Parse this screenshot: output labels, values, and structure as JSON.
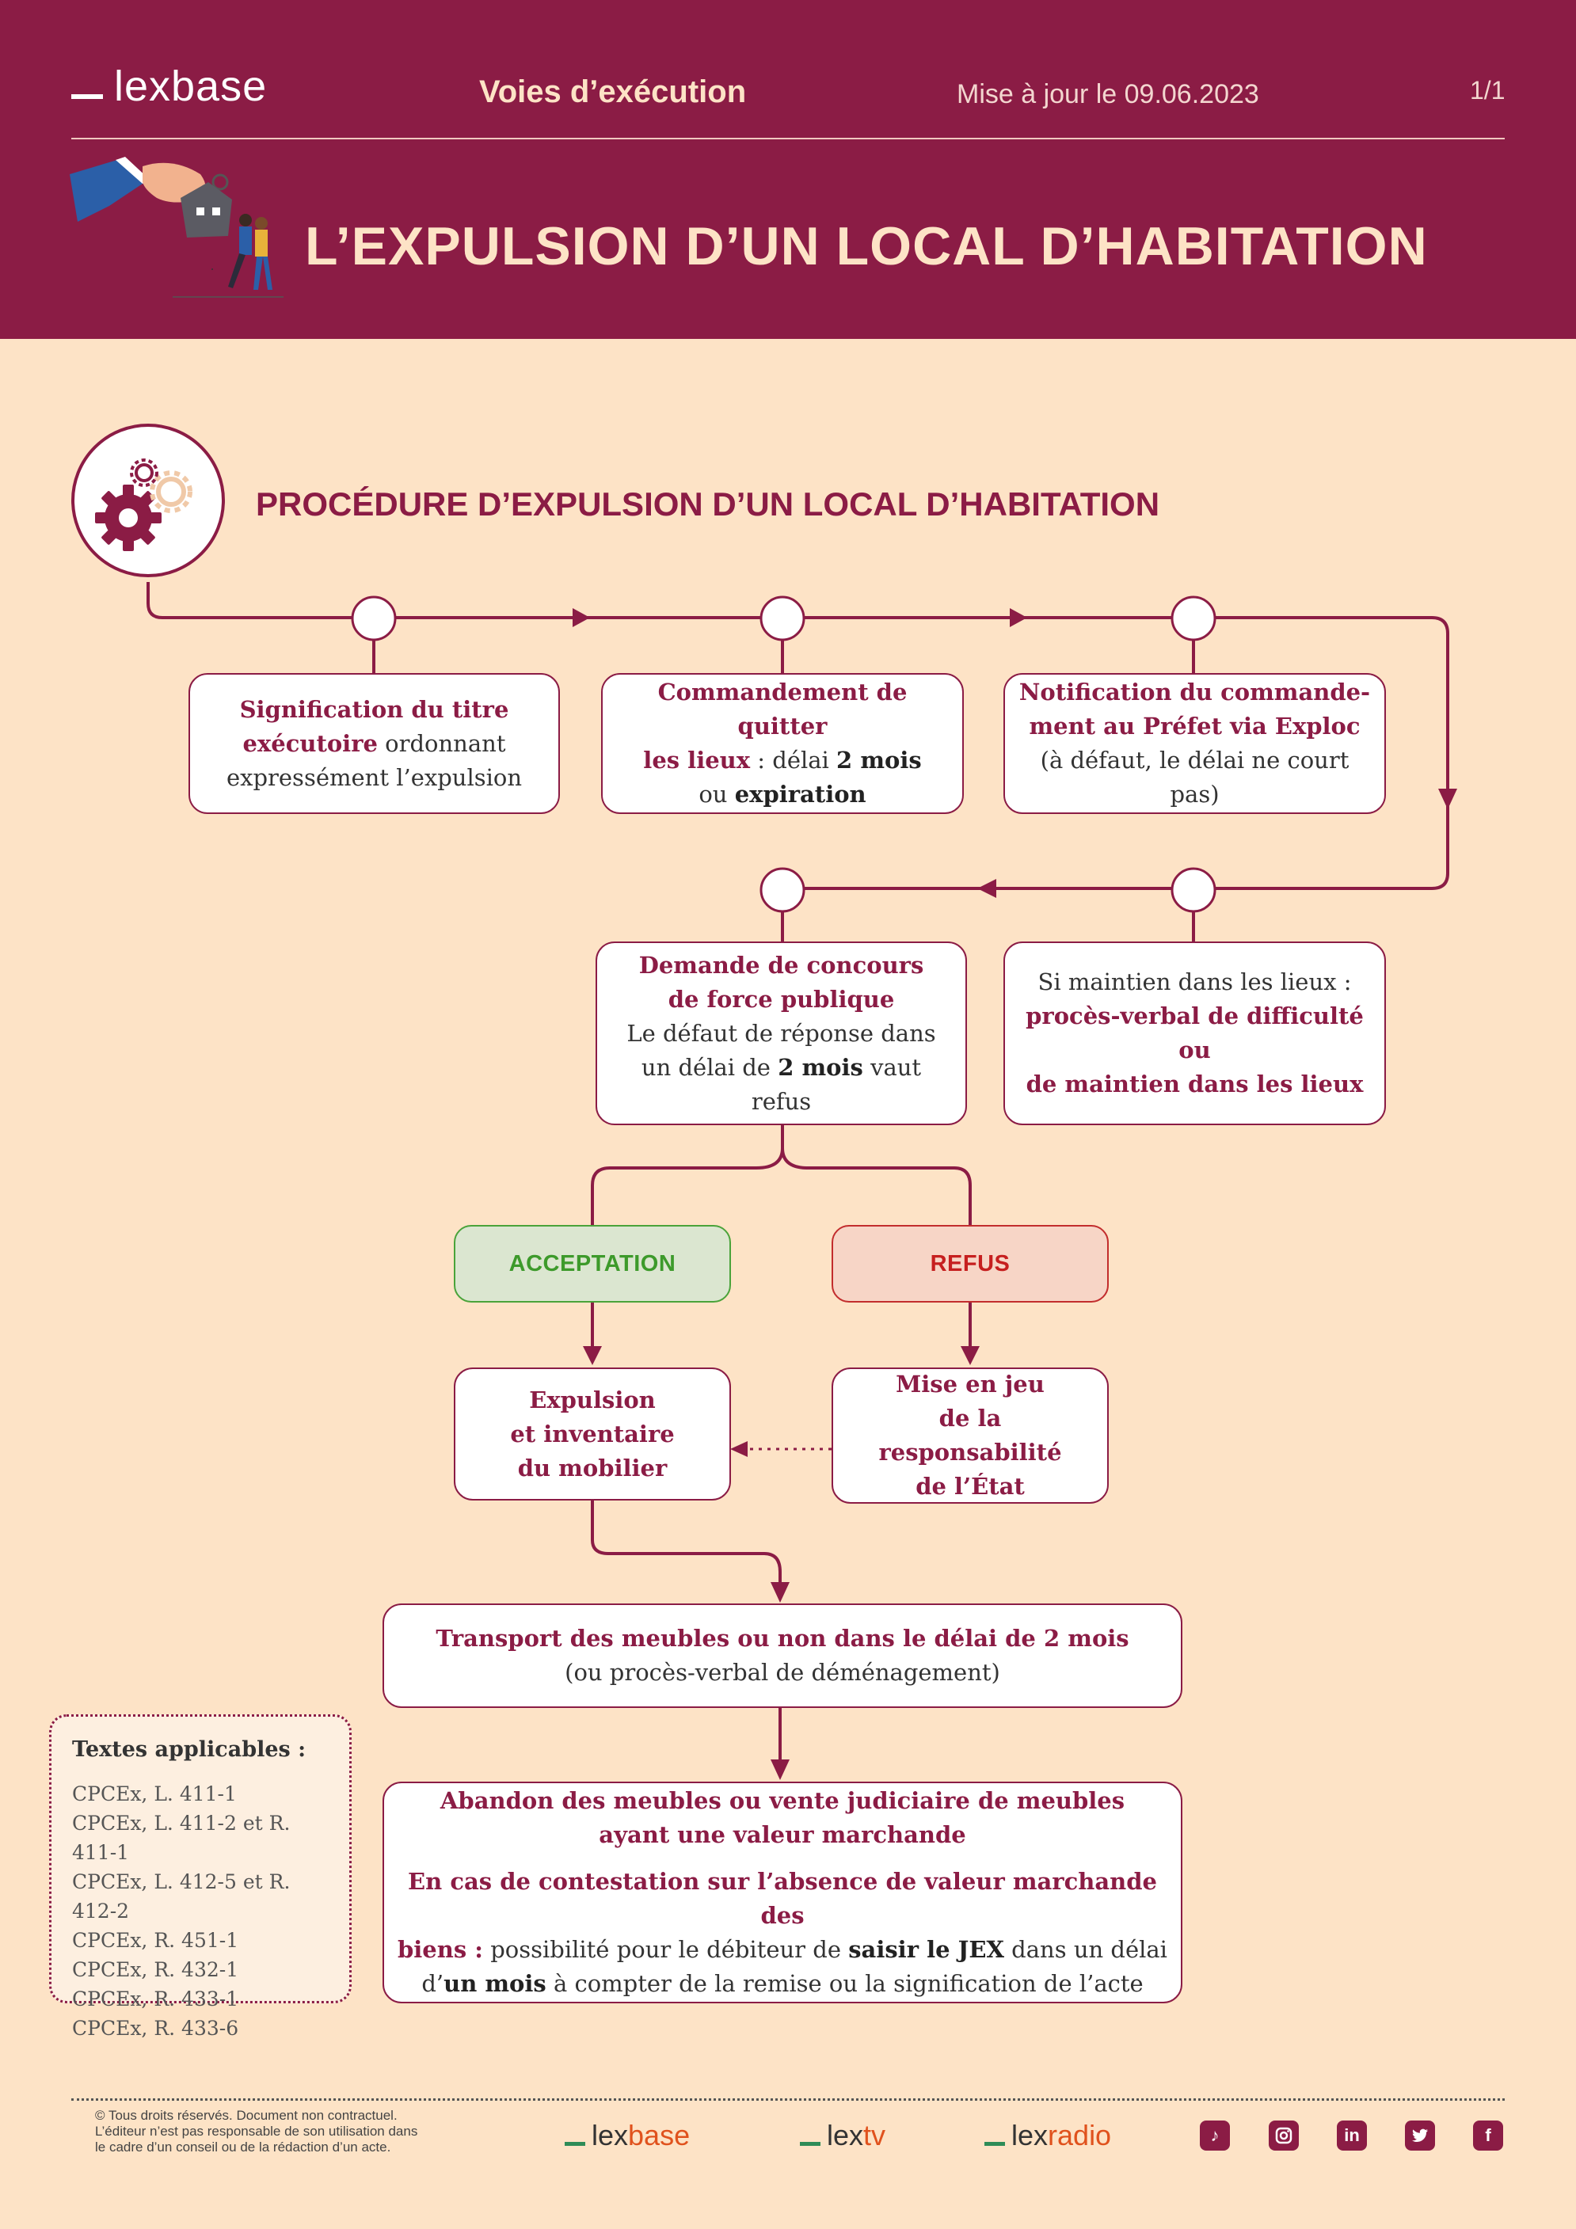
{
  "header": {
    "logo": "lexbase",
    "category": "Voies d’exécution",
    "updated": "Mise à jour le 09.06.2023",
    "page": "1/1",
    "title": "L’EXPULSION D’UN LOCAL D’HABITATION"
  },
  "section": {
    "title": "PROCÉDURE D’EXPULSION D’UN LOCAL D’HABITATION",
    "icon": "gears-icon"
  },
  "steps": {
    "signification": {
      "p1": "Signification du titre",
      "p2": "exécutoire",
      "p3": " ordonnant",
      "p4": "expressément l’expulsion"
    },
    "commandement": {
      "p1": "Commandement de quitter",
      "p2": "les lieux",
      "p3": " : délai ",
      "p4": "2 mois",
      "p5": "ou ",
      "p6": "expiration"
    },
    "notification": {
      "p1": "Notification du commande-",
      "p2": "ment au Préfet via Exploc",
      "p3": "(à défaut, le délai ne court pas)"
    },
    "maintien": {
      "p1": "Si maintien dans les lieux :",
      "p2": "procès-verbal de difficulté ou",
      "p3": "de maintien dans les lieux"
    },
    "concours": {
      "p1": "Demande de concours",
      "p2": "de force publique",
      "p3": "Le défaut de réponse dans",
      "p4": "un délai de ",
      "p5": "2 mois",
      "p6": " vaut refus"
    },
    "acceptation": "ACCEPTATION",
    "refus": "REFUS",
    "expulsion": {
      "p1": "Expulsion",
      "p2": "et inventaire",
      "p3": "du mobilier"
    },
    "responsabilite": {
      "p1": "Mise en jeu",
      "p2": "de la responsabilité",
      "p3": "de l’État"
    },
    "transport": {
      "p1": "Transport des meubles ou non dans le délai de 2 mois",
      "p2": "(ou procès-verbal de déménagement)"
    },
    "abandon": {
      "p1": "Abandon des meubles ou vente judiciaire de meubles",
      "p2": "ayant une valeur marchande",
      "p3": "En cas de contestation sur l’absence de valeur marchande des",
      "p4": "biens :",
      "p5": " possibilité pour le débiteur de ",
      "p6": "saisir le JEX",
      "p7": " dans un délai",
      "p8": "d’",
      "p9": "un mois",
      "p10": " à compter de la remise ou la signification de l’acte"
    }
  },
  "texts": {
    "title": "Textes applicables :",
    "items": [
      "CPCEx, L. 411-1",
      "CPCEx, L. 411-2 et R. 411-1",
      "CPCEx, L. 412-5 et R. 412-2",
      "CPCEx, R. 451-1",
      "CPCEx, R. 432-1",
      "CPCEx, R. 433-1",
      "CPCEx, R. 433-6"
    ]
  },
  "footer": {
    "copyright": [
      "© Tous droits réservés. Document non contractuel.",
      "L’éditeur n’est pas responsable de son utilisation dans",
      "le cadre d’un conseil ou de la rédaction d’un acte."
    ],
    "brands": [
      {
        "prefix": "lex",
        "suffix": "base"
      },
      {
        "prefix": "lex",
        "suffix": "tv"
      },
      {
        "prefix": "lex",
        "suffix": "radio"
      }
    ],
    "social": [
      "tiktok-icon",
      "instagram-icon",
      "linkedin-icon",
      "twitter-icon",
      "facebook-icon"
    ]
  },
  "colors": {
    "brand": "#8b1c45",
    "background": "#fde3c6",
    "accept": "#3d9a2b",
    "refus": "#c61f1f",
    "brand_accent": "#e0521d"
  }
}
